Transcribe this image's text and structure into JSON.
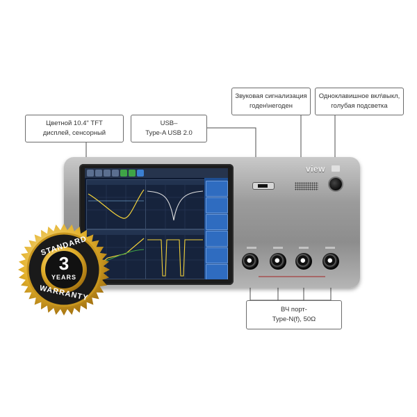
{
  "callouts": {
    "display": {
      "line1": "Цветной  10.4\" TFT",
      "line2": "дисплей, сенсорный"
    },
    "usb": {
      "line1": "USB–",
      "line2": "Type-A USB 2.0"
    },
    "beeper": {
      "line1": "Звуковая  сигнализация",
      "line2": "годен\\негоден"
    },
    "power": {
      "line1": "Одноклавишное вкл\\выкл,",
      "line2": "голубая подсветка"
    },
    "rf_ports": {
      "line1": "ВЧ порт-",
      "line2": "Type-N(f), 50Ω"
    }
  },
  "warranty": {
    "top": "STANDARD",
    "number": "3",
    "unit": "YEARS",
    "bottom": "WARRANTY"
  },
  "device": {
    "brand": "view"
  },
  "colors": {
    "badge_gold": "#e3b12c",
    "badge_center": "#111111",
    "softkey_blue": "#2f6cc0",
    "trace_yellow": "#f3d23a"
  },
  "icons": [
    "power-button-icon",
    "usb-port-icon",
    "speaker-grille-icon",
    "rf-port-icon"
  ]
}
